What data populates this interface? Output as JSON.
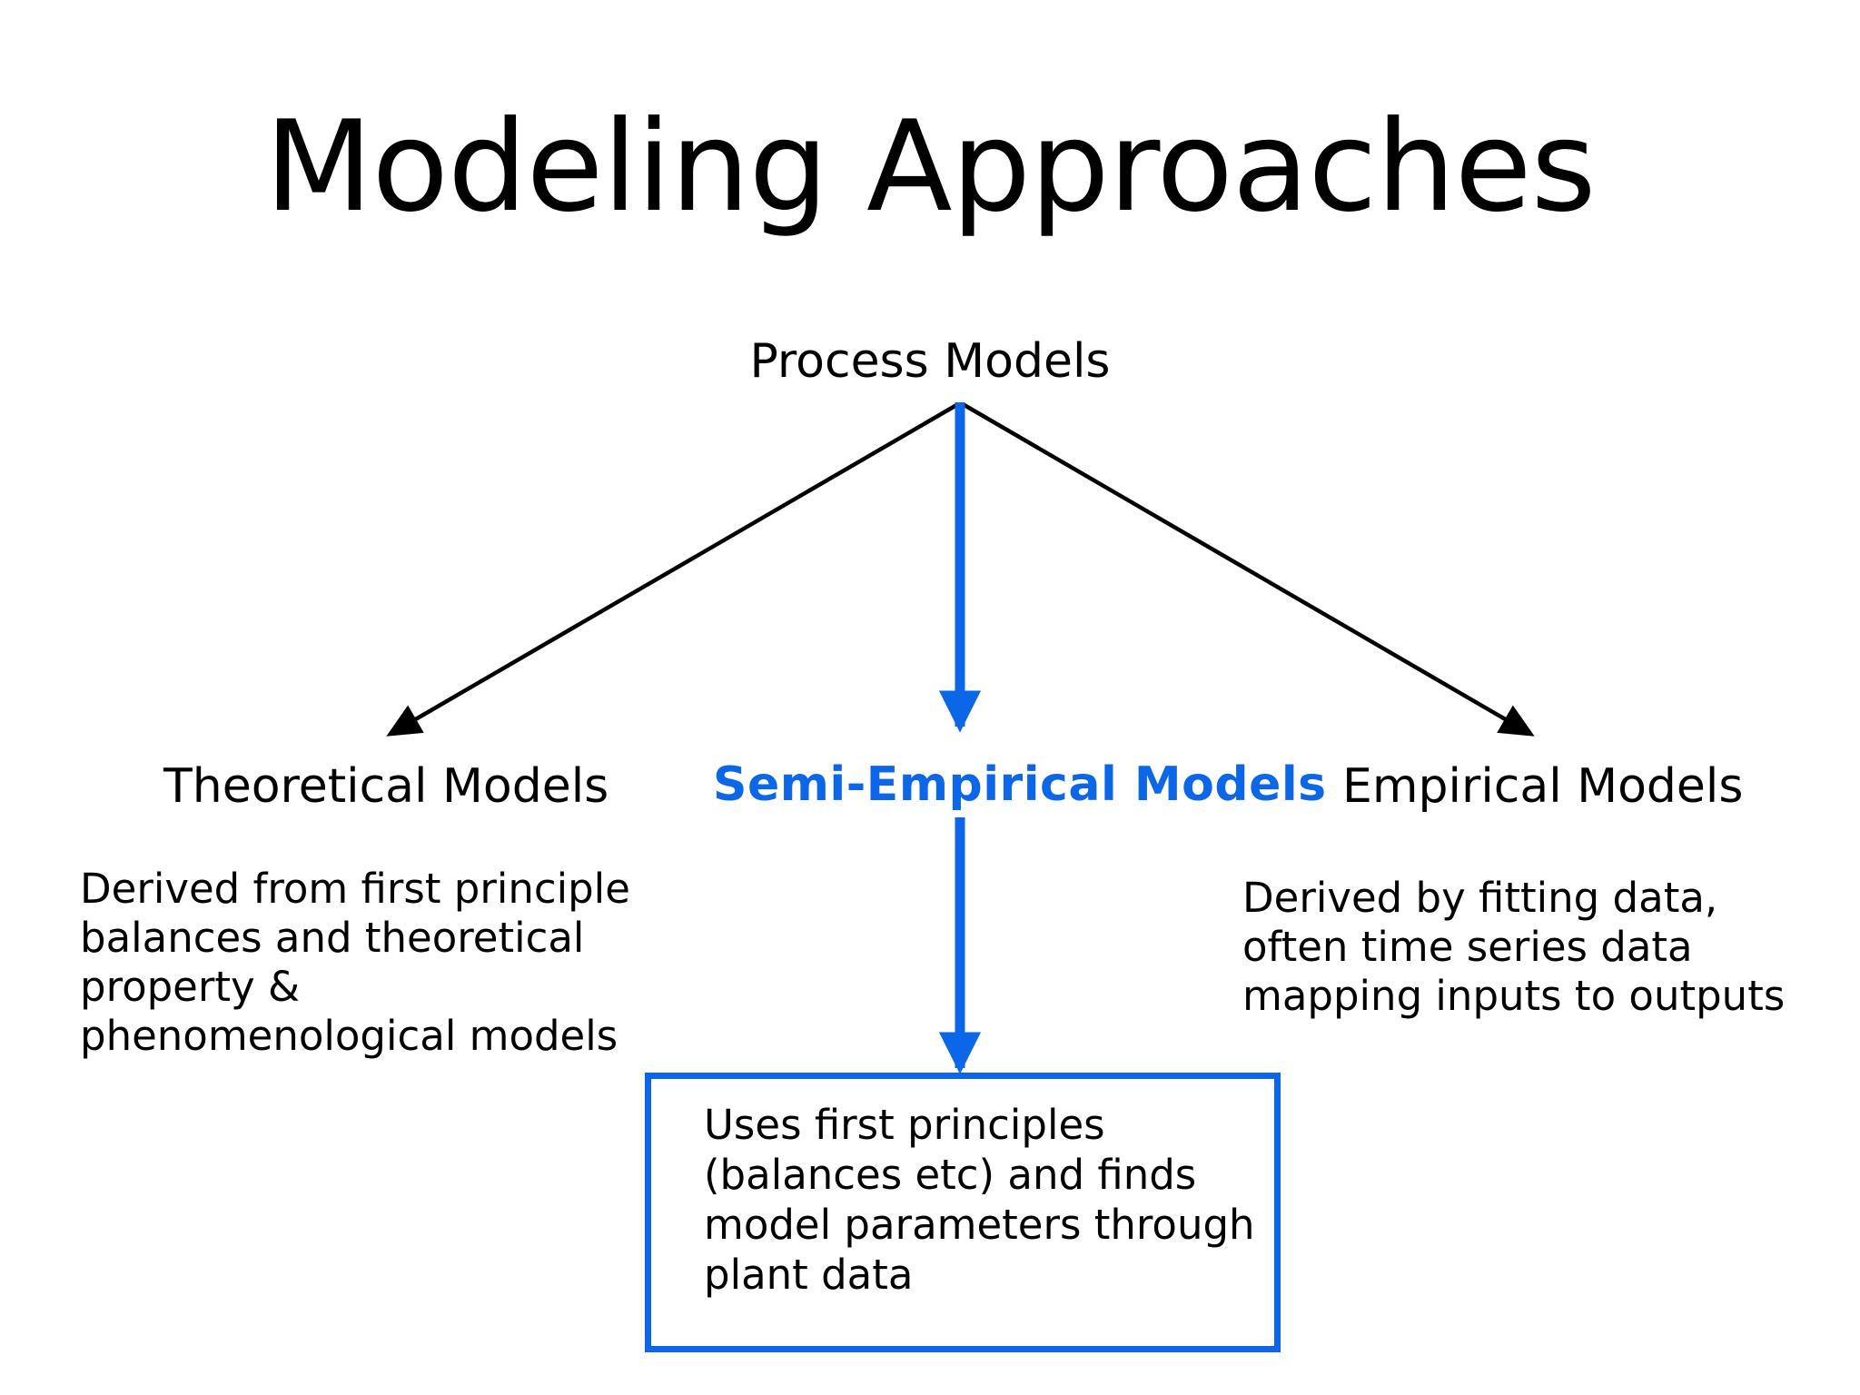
{
  "slide": {
    "title": "Modeling Approaches",
    "background_color": "#FFFFFF",
    "accent_color": "#0B66E8",
    "text_color": "#000000"
  },
  "diagram": {
    "type": "hierarchy-tree",
    "root": {
      "label": "Process Models"
    },
    "branches": [
      {
        "id": "theoretical",
        "label": "Theoretical Models",
        "label_color": "#000000",
        "connector": "black-diagonal-arrow-left",
        "description": "Derived from first principle\nbalances and theoretical\nproperty &\nphenomenological models"
      },
      {
        "id": "semi-empirical",
        "label": "Semi-Empirical Models",
        "label_color": "#0B66E8",
        "connector": "blue-vertical-arrow",
        "description": ""
      },
      {
        "id": "empirical",
        "label": "Empirical Models",
        "label_color": "#000000",
        "connector": "black-diagonal-arrow-right",
        "description": "Derived by fitting data,\noften time series data\nmapping inputs to outputs"
      }
    ],
    "callout": {
      "border_color": "#0B66E8",
      "text": "Uses first principles\n(balances etc) and finds\nmodel parameters through\nplant data"
    }
  }
}
